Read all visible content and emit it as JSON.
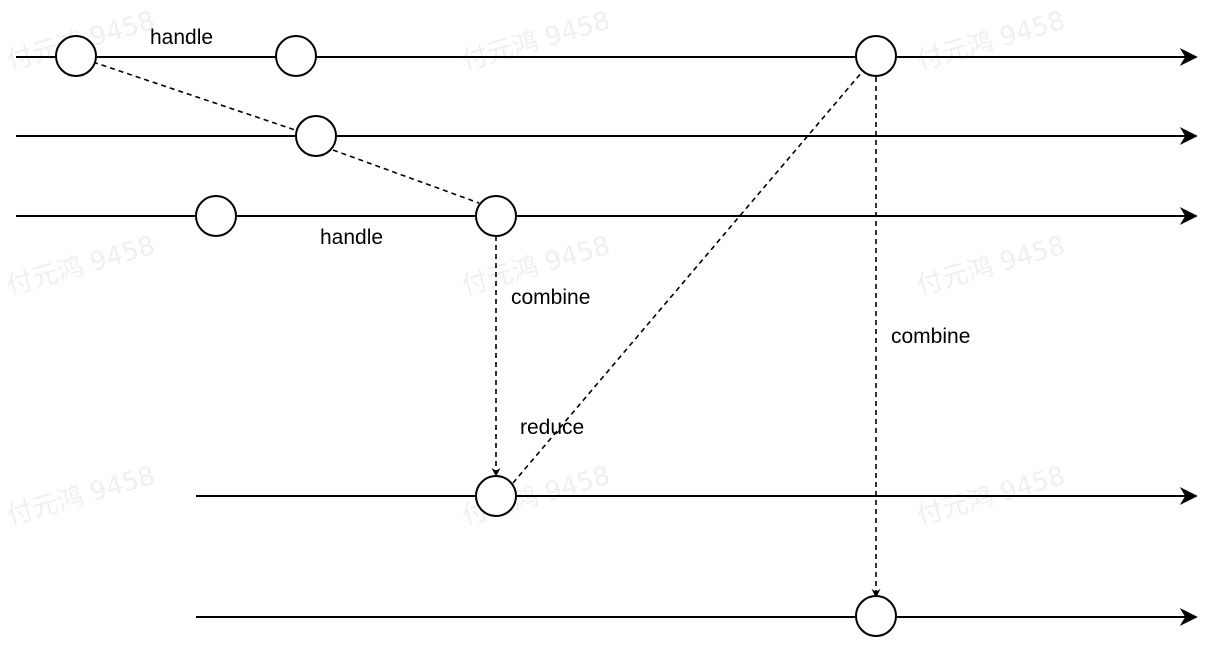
{
  "colors": {
    "background": "#ffffff",
    "stroke": "#000000",
    "node_fill": "#ffffff"
  },
  "labels": {
    "handle_top": "handle",
    "handle_middle": "handle",
    "combine_left": "combine",
    "reduce": "reduce",
    "combine_right": "combine"
  },
  "watermark": {
    "text": "付元鸿 9458"
  }
}
